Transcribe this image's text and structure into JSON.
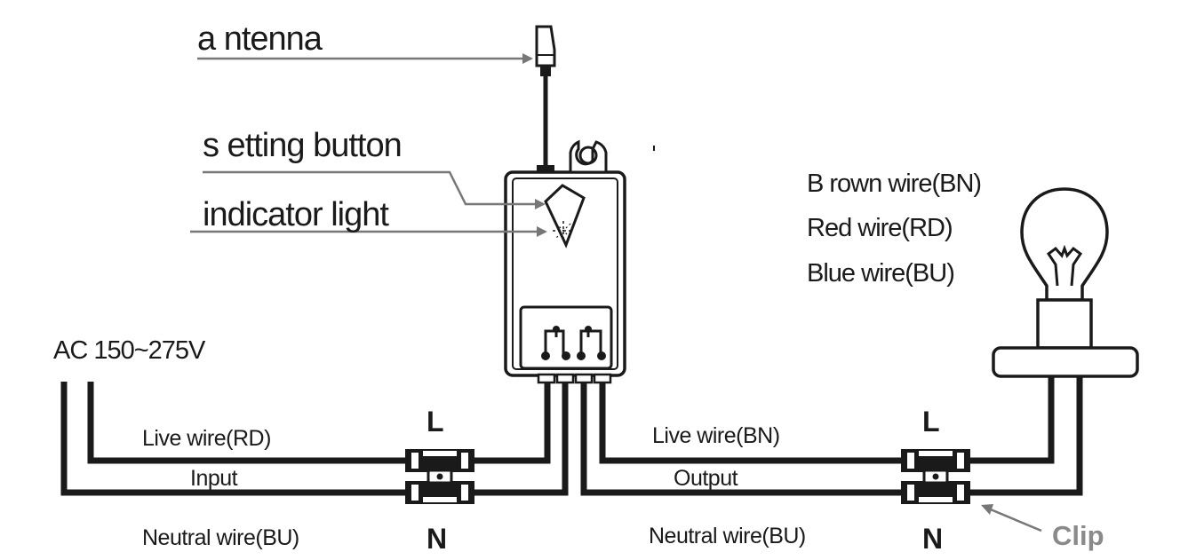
{
  "labels": {
    "antenna": "a ntenna",
    "setting_button": "s etting button",
    "indicator_light": "indicator light",
    "ac_input": "AC 150~275V",
    "live_wire_input": "Live wire(RD)",
    "input": "Input",
    "neutral_wire_input": "Neutral wire(BU)",
    "live_wire_output": "Live wire(BN)",
    "output": "Output",
    "neutral_wire_output": "Neutral wire(BU)",
    "l_left": "L",
    "n_left": "N",
    "l_right": "L",
    "n_right": "N",
    "clip": "Clip"
  },
  "legend": {
    "brown": "B rown wire(BN)",
    "red": "Red wire(RD)",
    "blue": "Blue wire(BU)"
  },
  "colors": {
    "line": "#1a1a1a",
    "pointer": "#777777",
    "clip_text": "#8a8a8a"
  }
}
